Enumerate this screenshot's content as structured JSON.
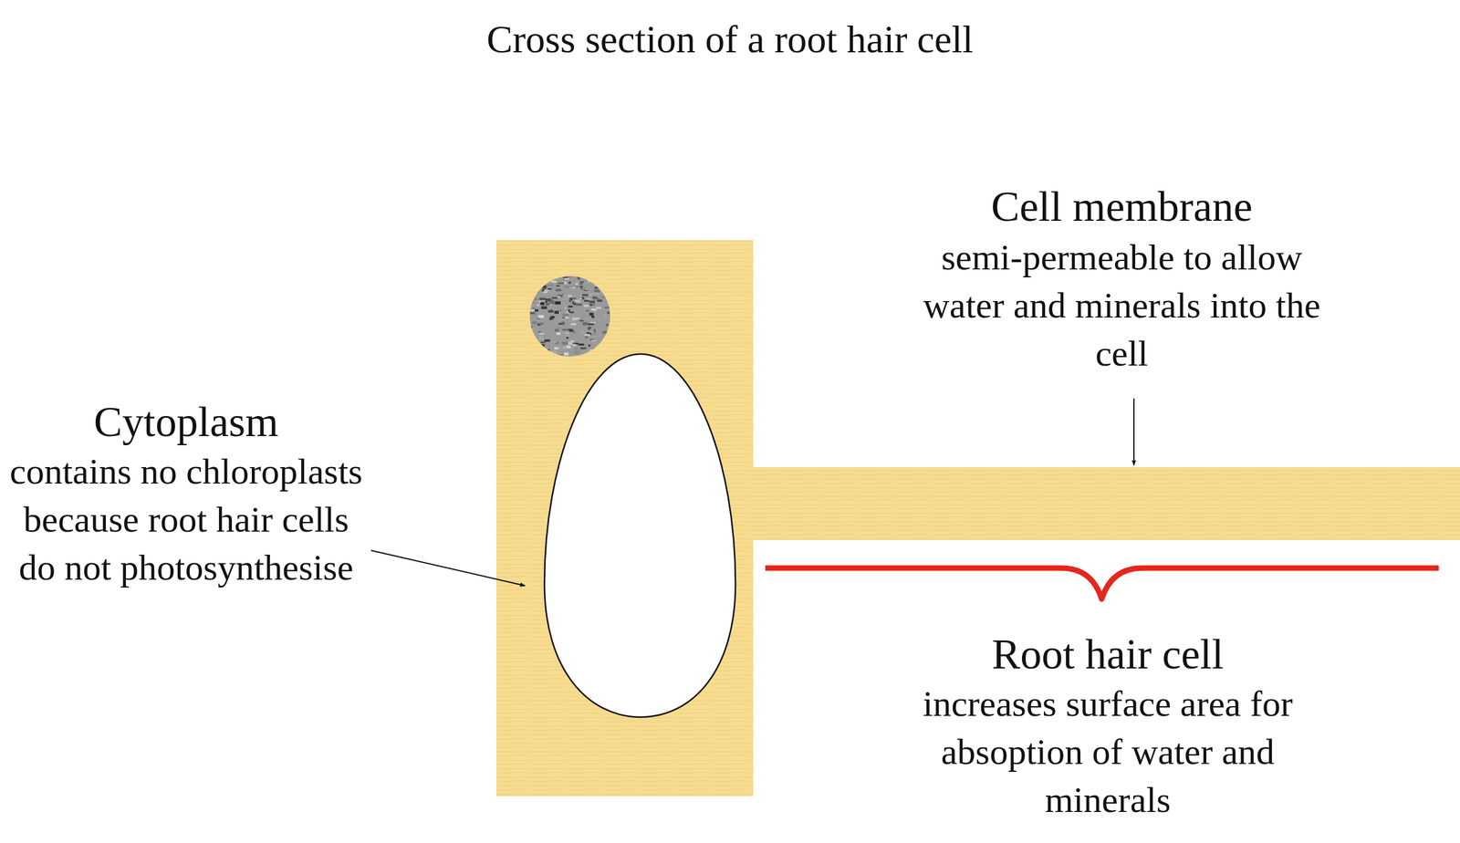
{
  "diagram": {
    "title": "Cross section of a root hair cell",
    "labels": [
      "Cytoplasm",
      "contains no chloroplasts because root hair cells do not photosynthesise",
      "Cell membrane",
      "semi-permeable to allow water and minerals into the cell",
      "Root hair cell",
      "increases surface area for absoption of water and minerals"
    ]
  }
}
